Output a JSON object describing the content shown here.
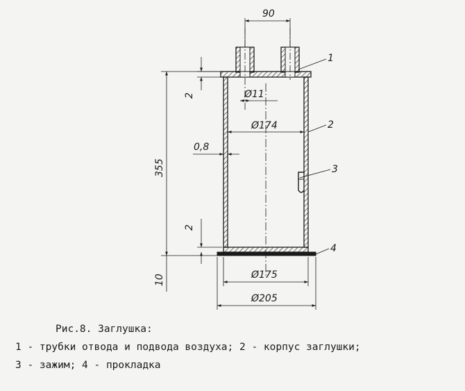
{
  "dimensions": {
    "pipe_spacing": "90",
    "wall_gap_top": "2",
    "pipe_diameter": "Ø11",
    "inner_diameter": "Ø174",
    "wall_thickness": "0,8",
    "height": "355",
    "wall_gap_bottom": "2",
    "bottom_thickness": "10",
    "base_diameter": "Ø175",
    "gasket_diameter": "Ø205"
  },
  "callouts": [
    "1",
    "2",
    "3",
    "4"
  ],
  "caption": {
    "title": "Рис.8. Заглушка:",
    "line1": "1 - трубки отвода и подвода воздуха; 2 - корпус заглушки;",
    "line2": "3 - зажим; 4 - прокладка"
  }
}
